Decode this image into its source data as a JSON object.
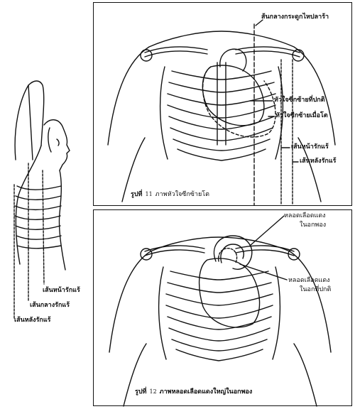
{
  "left_figure": {
    "labels": {
      "front_axillary": "เส้นหน้ารักแร้",
      "mid_axillary": "เส้นกลางรักแร้",
      "rear_axillary": "เส้นหลังรักแร้"
    }
  },
  "top_panel": {
    "labels": {
      "midclavicular": "ส้นกลางกระดูกไหปลาร้า",
      "normal_left_heart": "หัวใจซีกซ้ายที่ปกติ",
      "enlarged_left_heart": "หัวใจซีกซ้ายเมื่อโต",
      "front_axillary": "เส้นหน้ารักแร้",
      "rear_axillary": "เส้นหลังรักแร้"
    },
    "caption": {
      "prefix": "รูปที่",
      "number": "11",
      "text": "ภาพหัวใจซีกซ้ายโต"
    }
  },
  "bottom_panel": {
    "labels": {
      "aneurysm_line1": "หลอดเลือดแดง",
      "aneurysm_line2": "ในอกพอง",
      "normal_line1": "หลอดเลือดแดง",
      "normal_line2": "ในอกที่ปกติ"
    },
    "caption": {
      "prefix": "รูปที่",
      "number": "12",
      "text": "ภาพหลอดเลือดแดงใหญ่ในอกพอง"
    }
  }
}
